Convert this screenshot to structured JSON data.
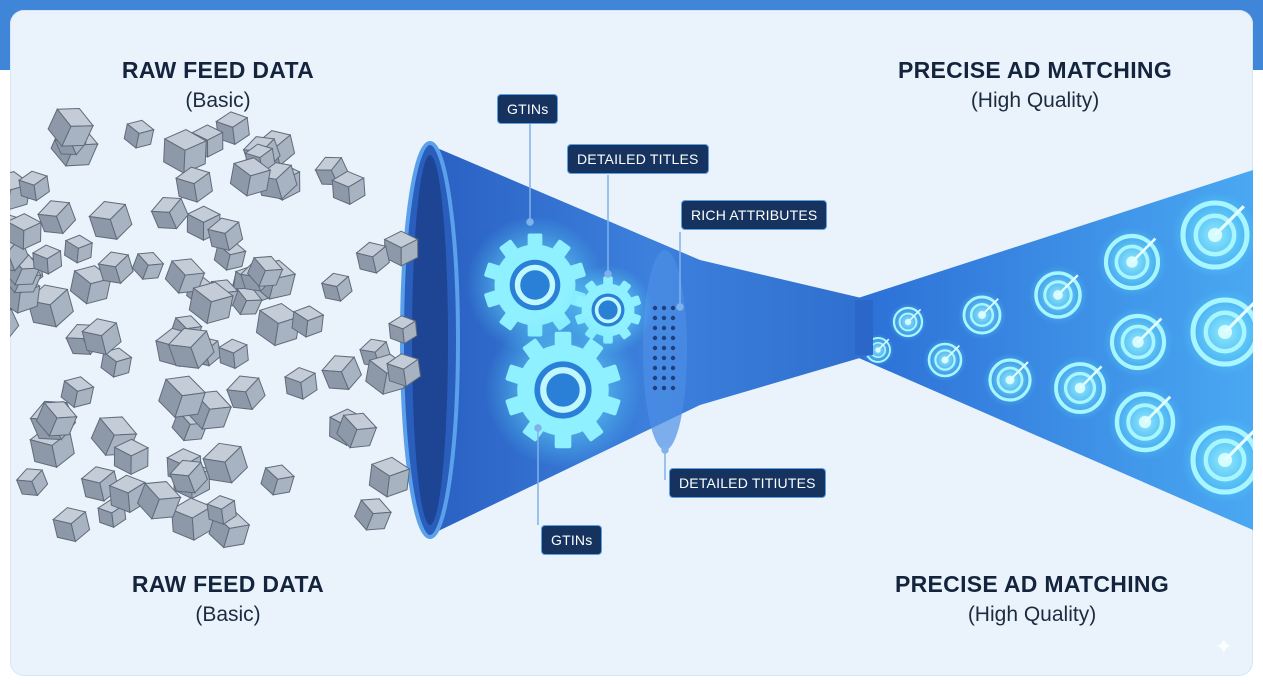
{
  "left_top": {
    "title": "RAW FEED DATA",
    "subtitle": "(Basic)"
  },
  "left_bottom": {
    "title": "RAW FEED DATA",
    "subtitle": "(Basic)"
  },
  "right_top": {
    "title": "PRECISE AD MATCHING",
    "subtitle": "(High Quality)"
  },
  "right_bottom": {
    "title": "PRECISE AD MATCHING",
    "subtitle": "(High Quality)"
  },
  "tags": {
    "gtins_top": "GTINs",
    "detailed_titles": "DETAILED TITLES",
    "rich_attributes": "RICH ATTRIBUTES",
    "detailed_titiutes": "DETAILED TITIUTES",
    "gtins_bottom": "GTINs"
  },
  "colors": {
    "frame_blue": "#3f86d8",
    "panel_bg": "#eaf3fb",
    "funnel_blue": "#2f6fd0",
    "glow_cyan": "#4fe3ff",
    "tag_bg": "#15335e",
    "cube_gray": "#8d99a9"
  },
  "icons": [
    "cube-icon",
    "gear-icon",
    "target-icon",
    "sparkle-icon"
  ]
}
